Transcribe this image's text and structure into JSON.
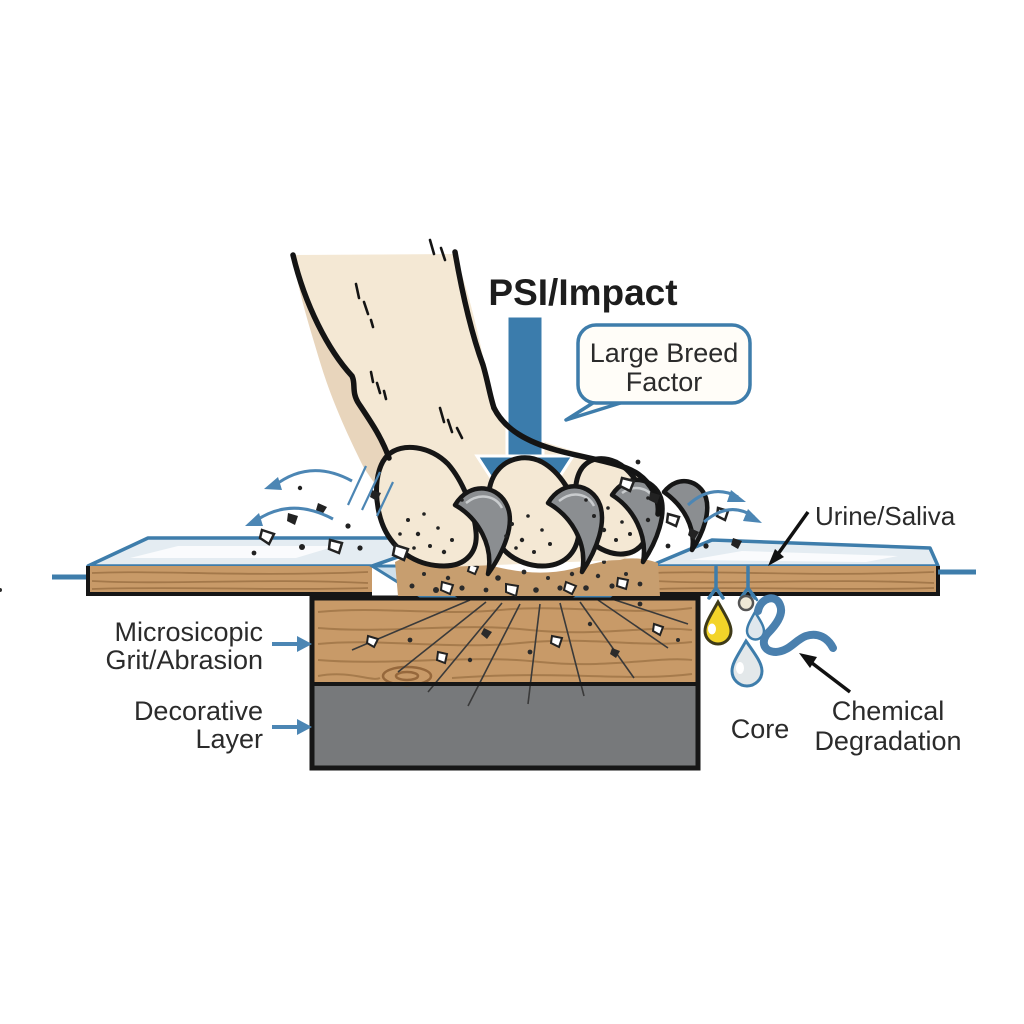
{
  "diagram": {
    "title": "PSI/Impact",
    "bubble": {
      "line1": "Large Breed",
      "line2": "Factor"
    },
    "labels": {
      "urine": "Urine/Saliva",
      "grit1": "Microsicopic",
      "grit2": "Grit/Abrasion",
      "dec1": "Decorative",
      "dec2": "Layer",
      "core": "Core",
      "chem1": "Chemical",
      "chem2": "Degradation"
    },
    "colors": {
      "impact_arrow_blue": "#3B7CAC",
      "steel_border_blue": "#3E7DAB",
      "curved_arrow_blue": "#4C86B4",
      "glass_layer": "#E4ECF2",
      "wood_tan": "#C89A68",
      "core_gray": "#77797B",
      "paw_cream": "#F4E8D4",
      "droplet_yellow": "#F3D429",
      "outline_black": "#161616",
      "text_dark": "#2B2B2B"
    }
  }
}
